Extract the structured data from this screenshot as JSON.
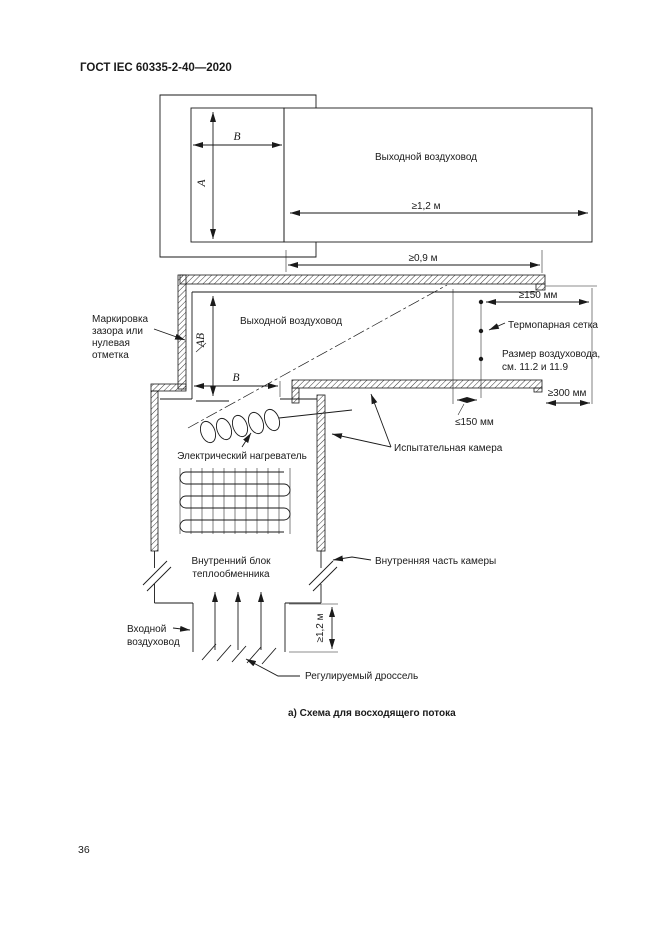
{
  "page": {
    "header": "ГОСТ IEC 60335-2-40—2020",
    "page_number": "36",
    "caption": "а) Схема для восходящего потока"
  },
  "diagram": {
    "labels": {
      "outlet_duct_top": "Выходной воздуховод",
      "outlet_duct_mid": "Выходной воздуховод",
      "marking": [
        "Маркировка",
        "зазора или",
        "нулевая",
        "отметка"
      ],
      "thermocouple": "Термопарная сетка",
      "duct_size": [
        "Размер воздуховода,",
        "см. 11.2 и 11.9"
      ],
      "test_chamber": "Испытательная камера",
      "heater": "Электрический нагреватель",
      "indoor_unit": [
        "Внутренний блок",
        "теплообменника"
      ],
      "chamber_inner": "Внутренняя часть камеры",
      "inlet": [
        "Входной",
        "воздуховод"
      ],
      "damper": "Регулируемый дроссель"
    },
    "dims": {
      "a": "А",
      "b_top": "В",
      "b_mid": "В",
      "ab": "АВ",
      "len_out_top": "≥1,2 м",
      "len_09": "≥0,9 м",
      "t_right": "≥150 мм",
      "t_left": "≤150 мм",
      "d300": "≥300 мм",
      "len_in": "≥1,2 м"
    }
  }
}
